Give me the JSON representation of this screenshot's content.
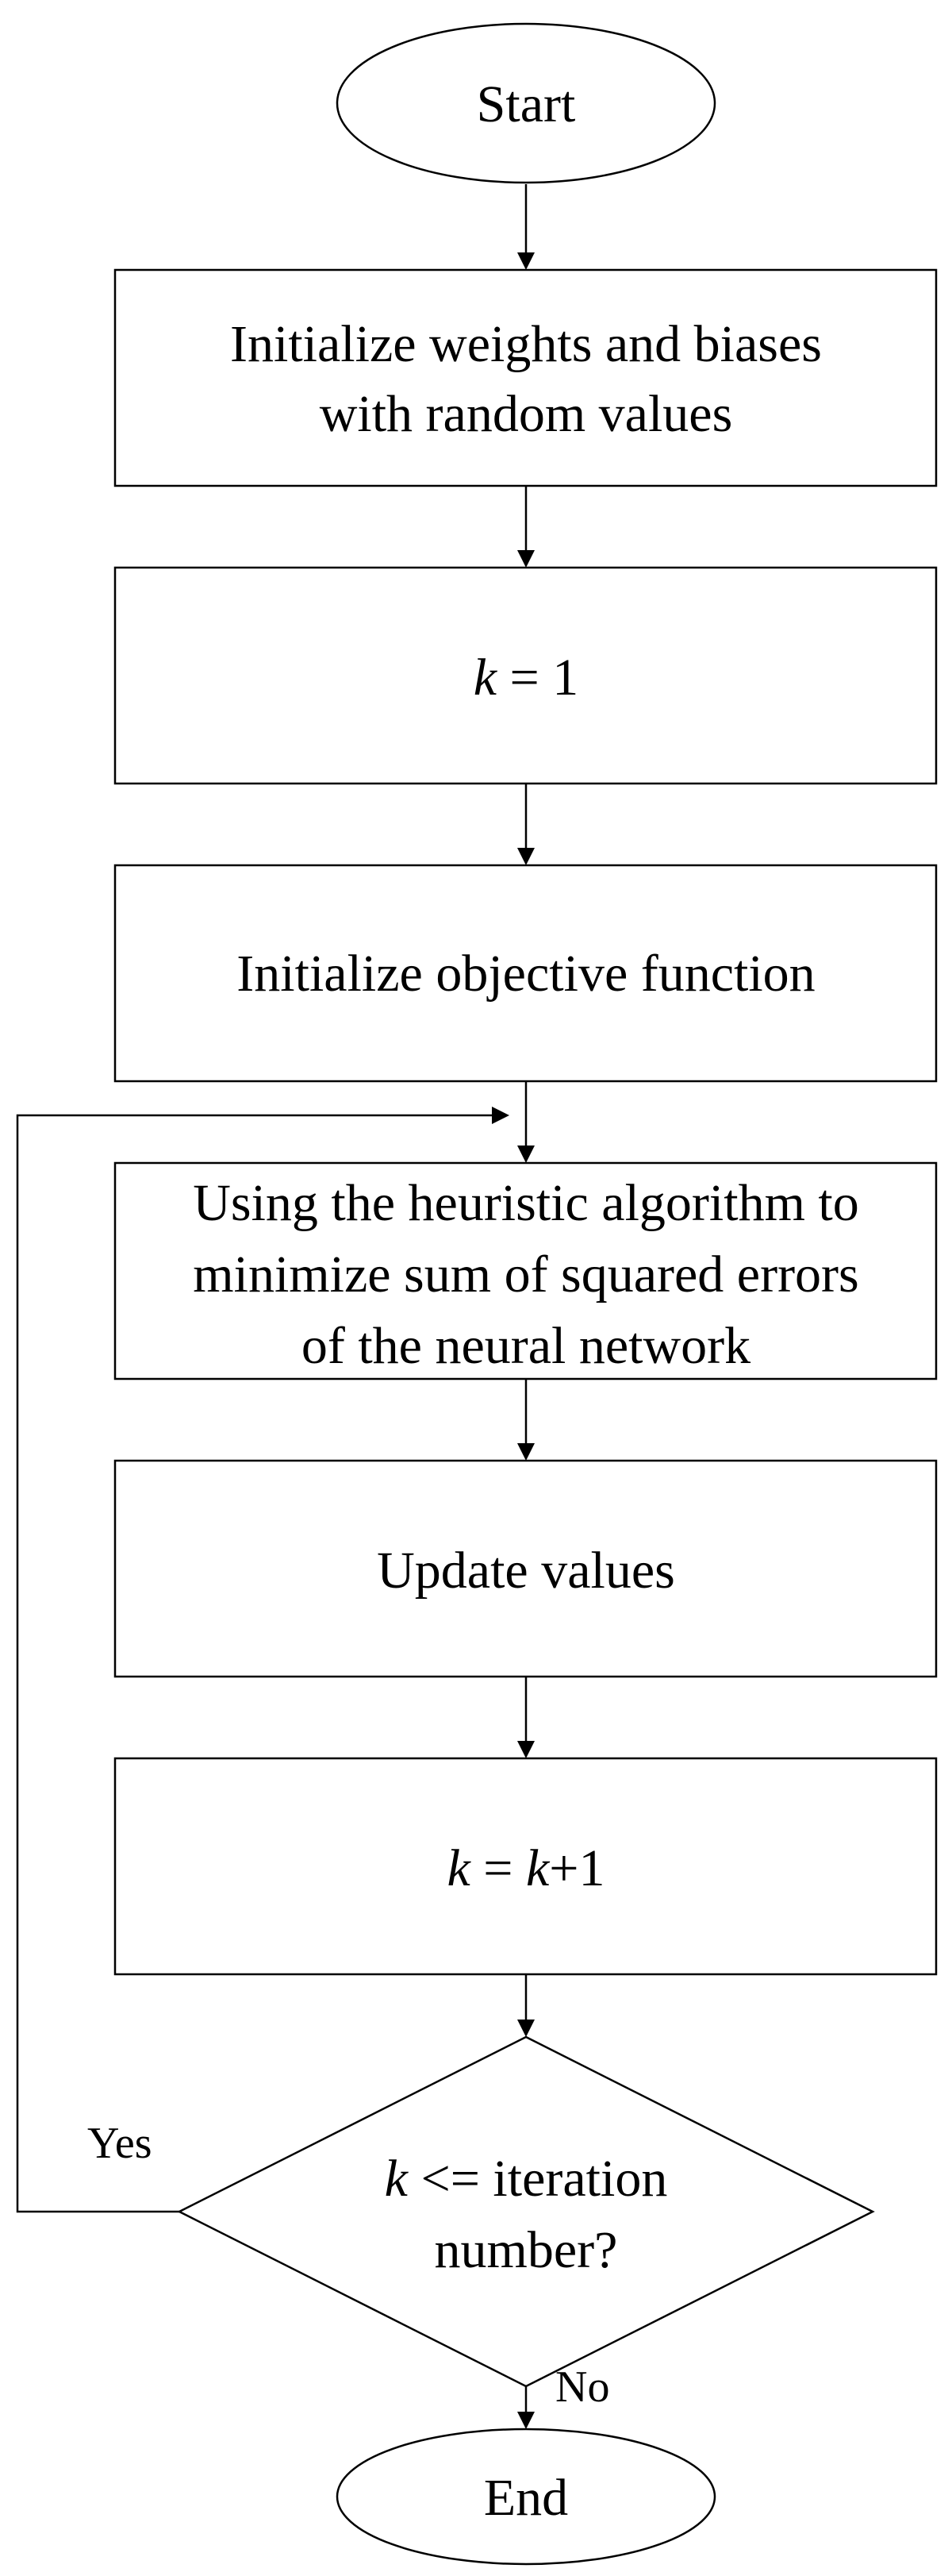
{
  "flowchart": {
    "start": "Start",
    "init_weights": {
      "line1": "Initialize weights and biases",
      "line2": "with random values"
    },
    "set_k": {
      "var": "k",
      "rest": " = 1"
    },
    "init_objective": "Initialize objective function",
    "heuristic": {
      "line1": "Using the heuristic algorithm to",
      "line2": "minimize sum of squared errors",
      "line3": "of the neural network"
    },
    "update": "Update values",
    "increment": {
      "var1": "k",
      "mid": " = ",
      "var2": "k",
      "rest": "+1"
    },
    "decision": {
      "var": "k",
      "line1_rest": " <= iteration",
      "line2": "number?"
    },
    "yes_label": "Yes",
    "no_label": "No",
    "end": "End"
  }
}
